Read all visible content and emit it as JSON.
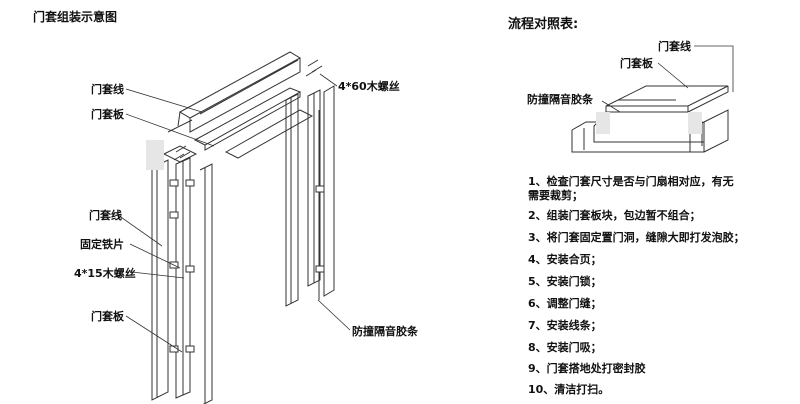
{
  "left": {
    "title": "门套组装示意图",
    "labels": {
      "top_door_line": "门套线",
      "top_door_board": "门套板",
      "screw_top": "4*60木螺丝",
      "side_door_line": "门套线",
      "fixing_iron": "固定铁片",
      "screw_side": "4*15木螺丝",
      "side_door_board": "门套板",
      "rubber_strip": "防撞隔音胶条"
    }
  },
  "right": {
    "title": "流程对照表:",
    "labels": {
      "door_line": "门套线",
      "door_board": "门套板",
      "rubber_strip": "防撞隔音胶条"
    },
    "steps": [
      "1、检查门套尺寸是否与门扇相对应，有无",
      "需要裁剪；",
      "2、组装门套板块，包边暂不组合；",
      "3、将门套固定置门洞，缝隙大即打发泡胶；",
      "4、安装合页；",
      "5、安装门锁；",
      "6、调整门缝；",
      "7、安装线条；",
      "8、安装门吸；",
      "9、门套搭地处打密封胶",
      "10、清洁打扫。"
    ]
  }
}
